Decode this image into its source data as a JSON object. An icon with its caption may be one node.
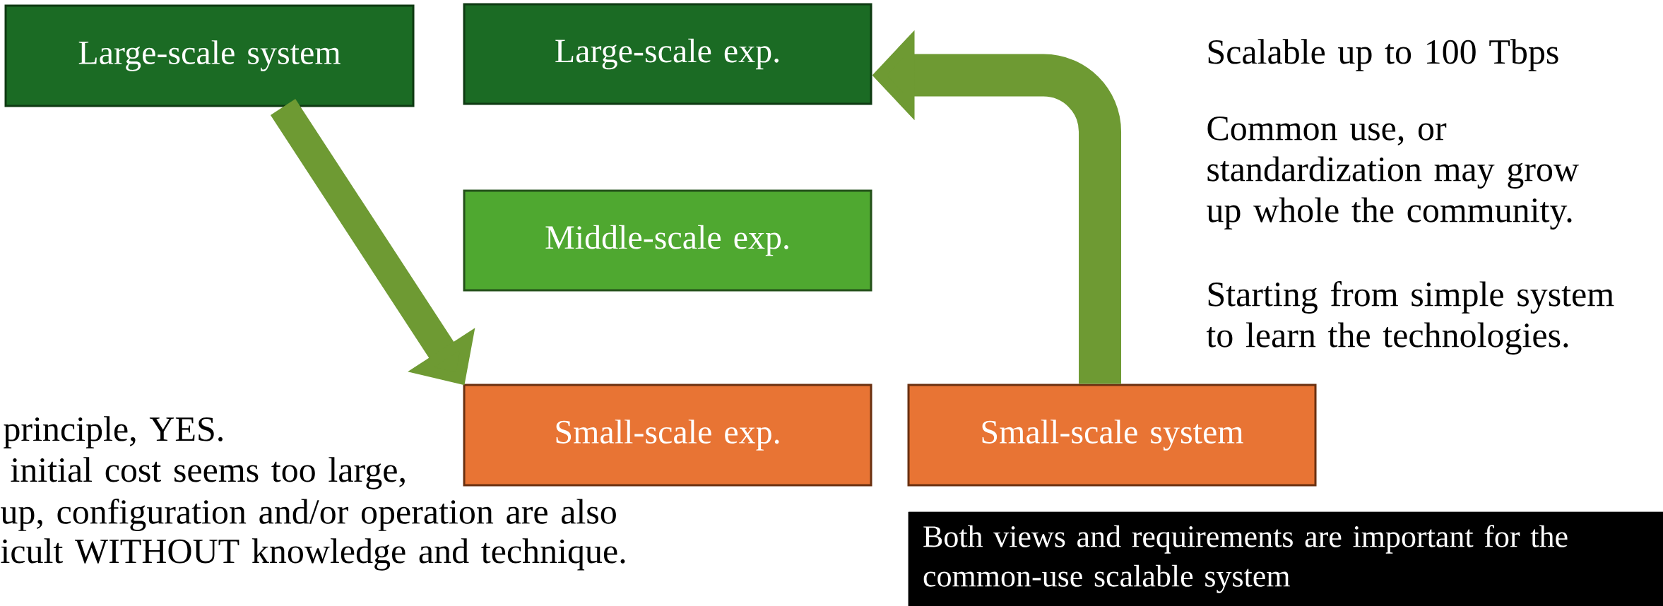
{
  "diagram": {
    "nodes": [
      {
        "text": [
          "Large-scale system"
        ]
      },
      {
        "text": [
          "Large-scale exp."
        ]
      },
      {
        "text": [
          "Middle-scale exp."
        ]
      },
      {
        "text": [
          "Small-scale exp."
        ]
      },
      {
        "text": [
          "Small-scale system"
        ]
      },
      {
        "text": [
          "Both views and requirements are important for the common-use scalable system"
        ]
      }
    ],
    "edges": [
      {
        "from": 0,
        "to": 3,
        "arrow": "to"
      },
      {
        "from": 4,
        "to": 1,
        "arrow": "to"
      }
    ],
    "labels": [
      "Scalable up to 100 Tbps",
      "Common use, or standardization may grow up whole the community.",
      "Starting from simple system to learn the technologies.",
      "principle, YES.",
      "initial cost seems too large,",
      "up, configuration and/or operation are also",
      "icult WITHOUT knowledge and technique."
    ]
  }
}
